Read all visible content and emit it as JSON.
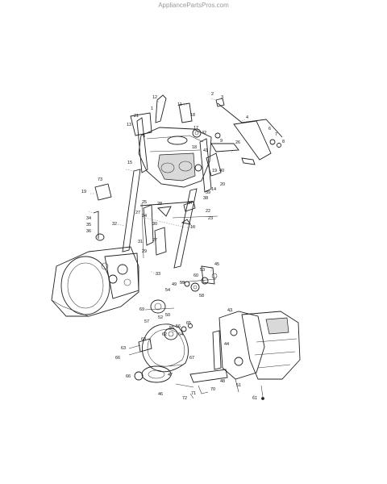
{
  "header": {
    "watermark": "AppliancePartsPros.com"
  },
  "callouts": [
    {
      "id": "c12",
      "text": "12"
    },
    {
      "id": "c2",
      "text": "2"
    },
    {
      "id": "c3",
      "text": "3"
    },
    {
      "id": "c1",
      "text": "1"
    },
    {
      "id": "c11",
      "text": "11"
    },
    {
      "id": "c21",
      "text": "21"
    },
    {
      "id": "c13",
      "text": "13"
    },
    {
      "id": "c18",
      "text": "18"
    },
    {
      "id": "c4",
      "text": "4"
    },
    {
      "id": "c17",
      "text": "17"
    },
    {
      "id": "c6",
      "text": "6"
    },
    {
      "id": "c7",
      "text": "7"
    },
    {
      "id": "c8",
      "text": "8"
    },
    {
      "id": "c5",
      "text": "5"
    },
    {
      "id": "c42",
      "text": "42"
    },
    {
      "id": "c26",
      "text": "26"
    },
    {
      "id": "c9",
      "text": "9"
    },
    {
      "id": "c18b",
      "text": "18"
    },
    {
      "id": "c41",
      "text": "41"
    },
    {
      "id": "c15",
      "text": "15"
    },
    {
      "id": "c19b",
      "text": "19"
    },
    {
      "id": "c40",
      "text": "40"
    },
    {
      "id": "c73",
      "text": "73"
    },
    {
      "id": "c20",
      "text": "20"
    },
    {
      "id": "c14",
      "text": "14"
    },
    {
      "id": "c19",
      "text": "19"
    },
    {
      "id": "c39",
      "text": "39"
    },
    {
      "id": "c38",
      "text": "38"
    },
    {
      "id": "c37",
      "text": "37"
    },
    {
      "id": "c25",
      "text": "25"
    },
    {
      "id": "c28",
      "text": "28"
    },
    {
      "id": "c22",
      "text": "22"
    },
    {
      "id": "c27",
      "text": "27"
    },
    {
      "id": "c24",
      "text": "24"
    },
    {
      "id": "c34",
      "text": "34"
    },
    {
      "id": "c35",
      "text": "35"
    },
    {
      "id": "c36",
      "text": "36"
    },
    {
      "id": "c32",
      "text": "32"
    },
    {
      "id": "c30",
      "text": "30"
    },
    {
      "id": "c16",
      "text": "16"
    },
    {
      "id": "c23",
      "text": "23"
    },
    {
      "id": "c31",
      "text": "31"
    },
    {
      "id": "c27b",
      "text": "27"
    },
    {
      "id": "c29",
      "text": "29"
    },
    {
      "id": "c33",
      "text": "33"
    },
    {
      "id": "c45",
      "text": "45"
    },
    {
      "id": "c53",
      "text": "53"
    },
    {
      "id": "c60",
      "text": "60"
    },
    {
      "id": "c49",
      "text": "49"
    },
    {
      "id": "c59",
      "text": "59"
    },
    {
      "id": "c54",
      "text": "54"
    },
    {
      "id": "c58",
      "text": "58"
    },
    {
      "id": "c69",
      "text": "69"
    },
    {
      "id": "c50",
      "text": "50"
    },
    {
      "id": "c57",
      "text": "57"
    },
    {
      "id": "c52",
      "text": "52"
    },
    {
      "id": "c43",
      "text": "43"
    },
    {
      "id": "c55",
      "text": "55"
    },
    {
      "id": "c56",
      "text": "56"
    },
    {
      "id": "c65",
      "text": "65"
    },
    {
      "id": "c68",
      "text": "68"
    },
    {
      "id": "c62",
      "text": "62"
    },
    {
      "id": "c64",
      "text": "64"
    },
    {
      "id": "c44",
      "text": "44"
    },
    {
      "id": "c63",
      "text": "63"
    },
    {
      "id": "c66",
      "text": "66"
    },
    {
      "id": "c67",
      "text": "67"
    },
    {
      "id": "c47",
      "text": "47"
    },
    {
      "id": "c66b",
      "text": "66"
    },
    {
      "id": "c46",
      "text": "46"
    },
    {
      "id": "c48",
      "text": "48"
    },
    {
      "id": "c70",
      "text": "70"
    },
    {
      "id": "c51",
      "text": "51"
    },
    {
      "id": "c71",
      "text": "71"
    },
    {
      "id": "c72",
      "text": "72"
    },
    {
      "id": "c61",
      "text": "61"
    }
  ]
}
